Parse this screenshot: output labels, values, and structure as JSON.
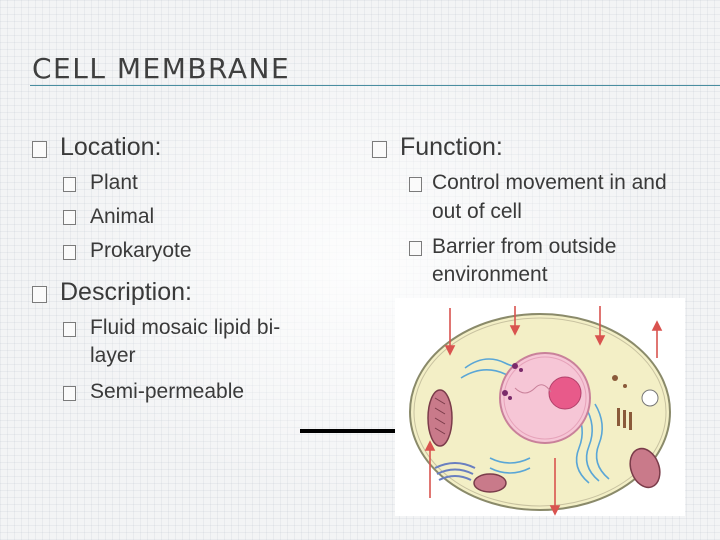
{
  "slide": {
    "title": "CELL MEMBRANE"
  },
  "left": {
    "location": {
      "heading": "Location:",
      "items": [
        "Plant",
        "Animal",
        "Prokaryote"
      ]
    },
    "description": {
      "heading": "Description:",
      "items": [
        "Fluid mosaic lipid bi-",
        "layer",
        "Semi-permeable"
      ]
    }
  },
  "right": {
    "function": {
      "heading": "Function:",
      "items": [
        "Control movement in and",
        "out of cell",
        "Barrier from outside",
        "environment"
      ]
    }
  },
  "colors": {
    "accent_rule": "#4a8ea0",
    "text": "#3a3a3a",
    "cell_fill": "#f3efc6",
    "nucleus": "#f6c6d6",
    "arrow_red": "#d9534f"
  },
  "icons": [
    "bullet-box-icon",
    "black-arrow-icon",
    "red-arrow-icon"
  ]
}
